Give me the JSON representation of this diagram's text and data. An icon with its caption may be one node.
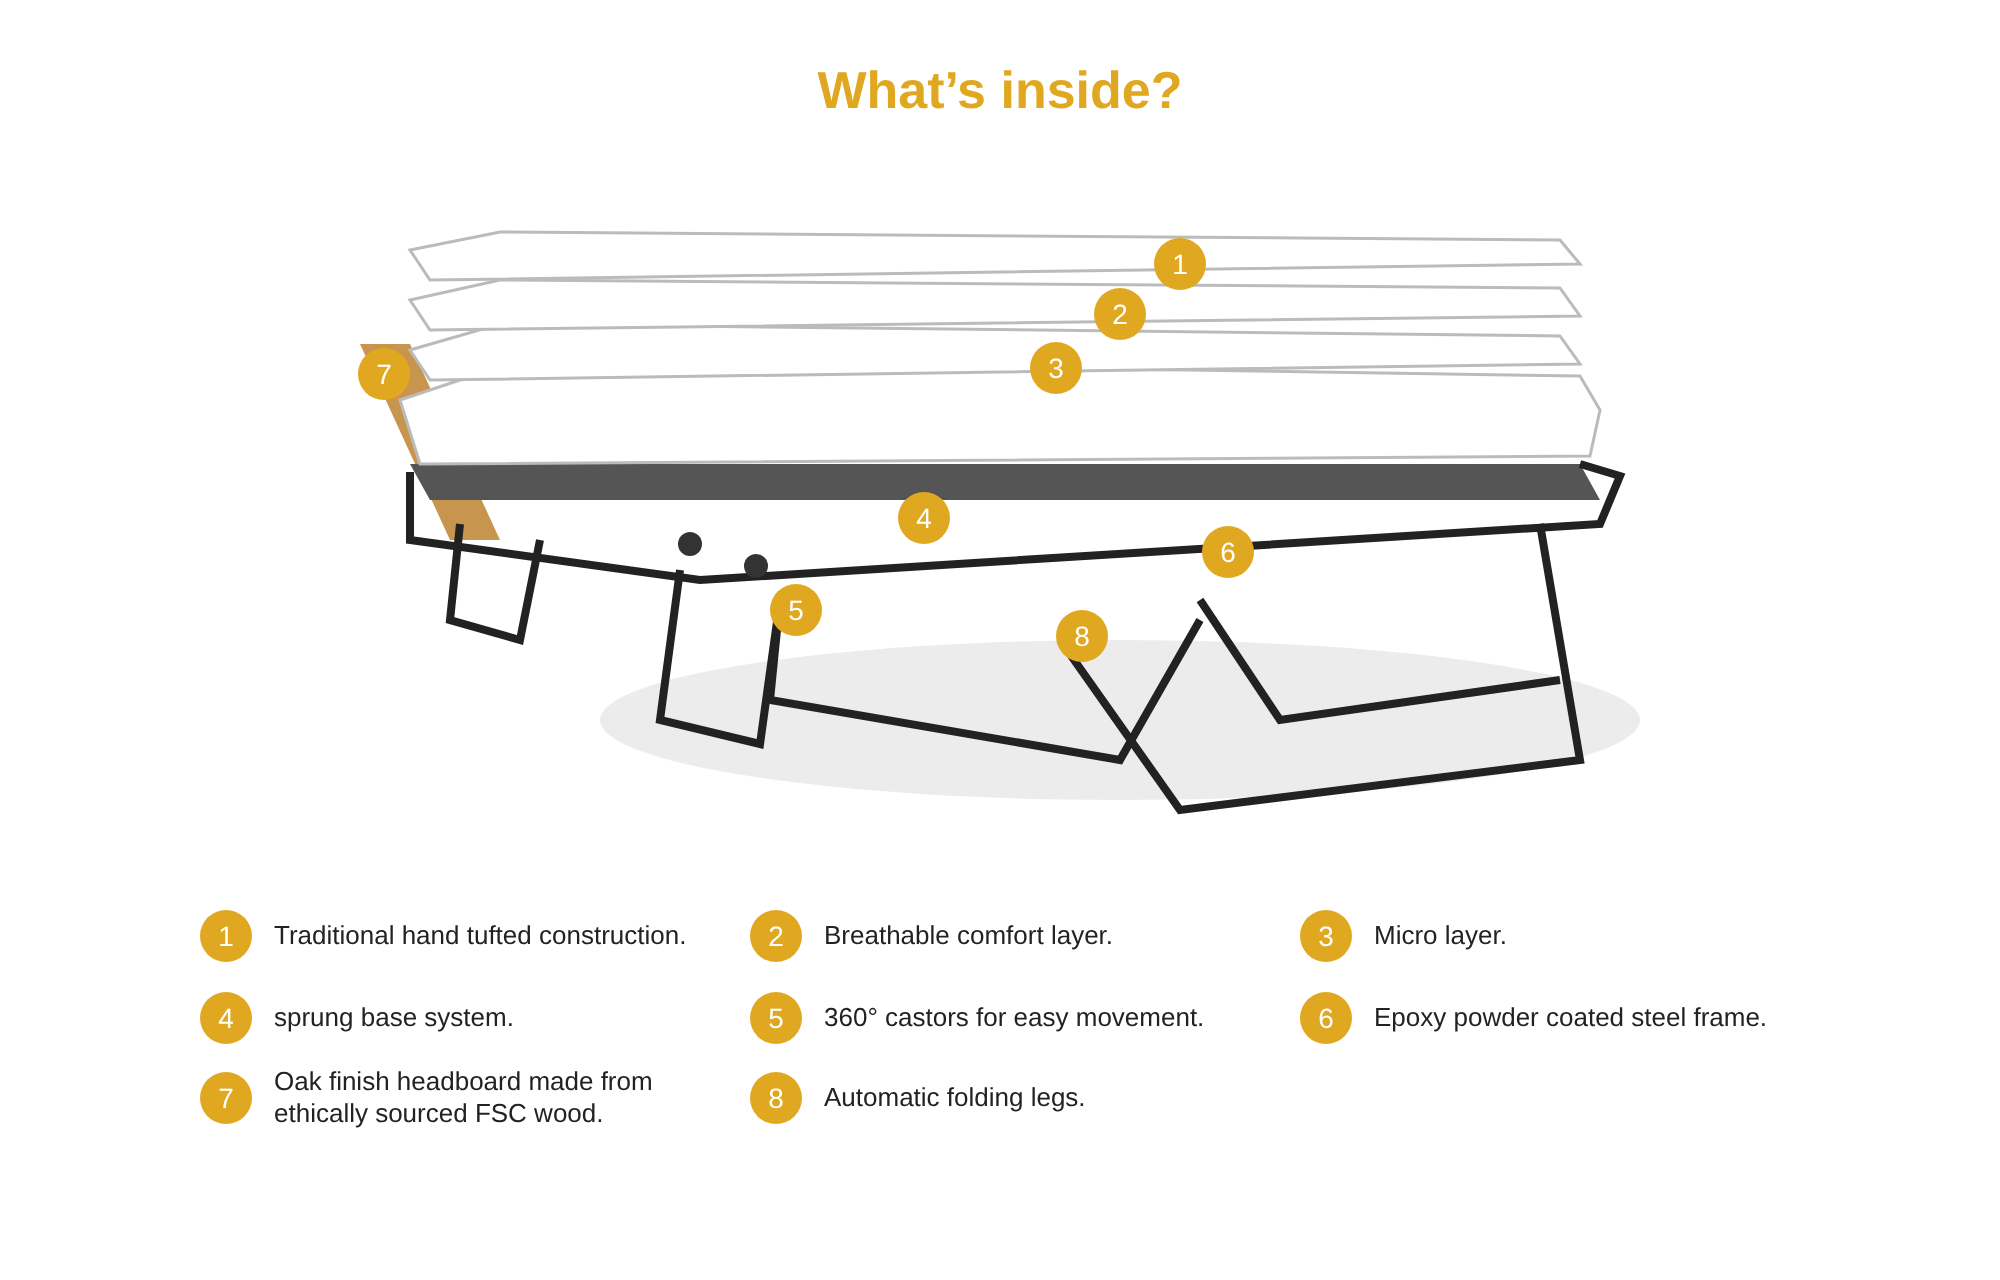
{
  "diagram": {
    "title": "What’s inside?",
    "labels": [
      "1",
      "2",
      "7",
      "3",
      "4",
      "6",
      "5",
      "8",
      "1",
      "Traditional hand tufted construction.",
      "2",
      "Breathable comfort layer.",
      "3",
      "Micro layer.",
      "4",
      "sprung base system.",
      "5",
      "360° castors for easy movement.",
      "6",
      "Epoxy powder coated steel frame.",
      "7",
      "Oak finish headboard made from ethically sourced FSC wood.",
      "8",
      "Automatic folding legs."
    ]
  }
}
